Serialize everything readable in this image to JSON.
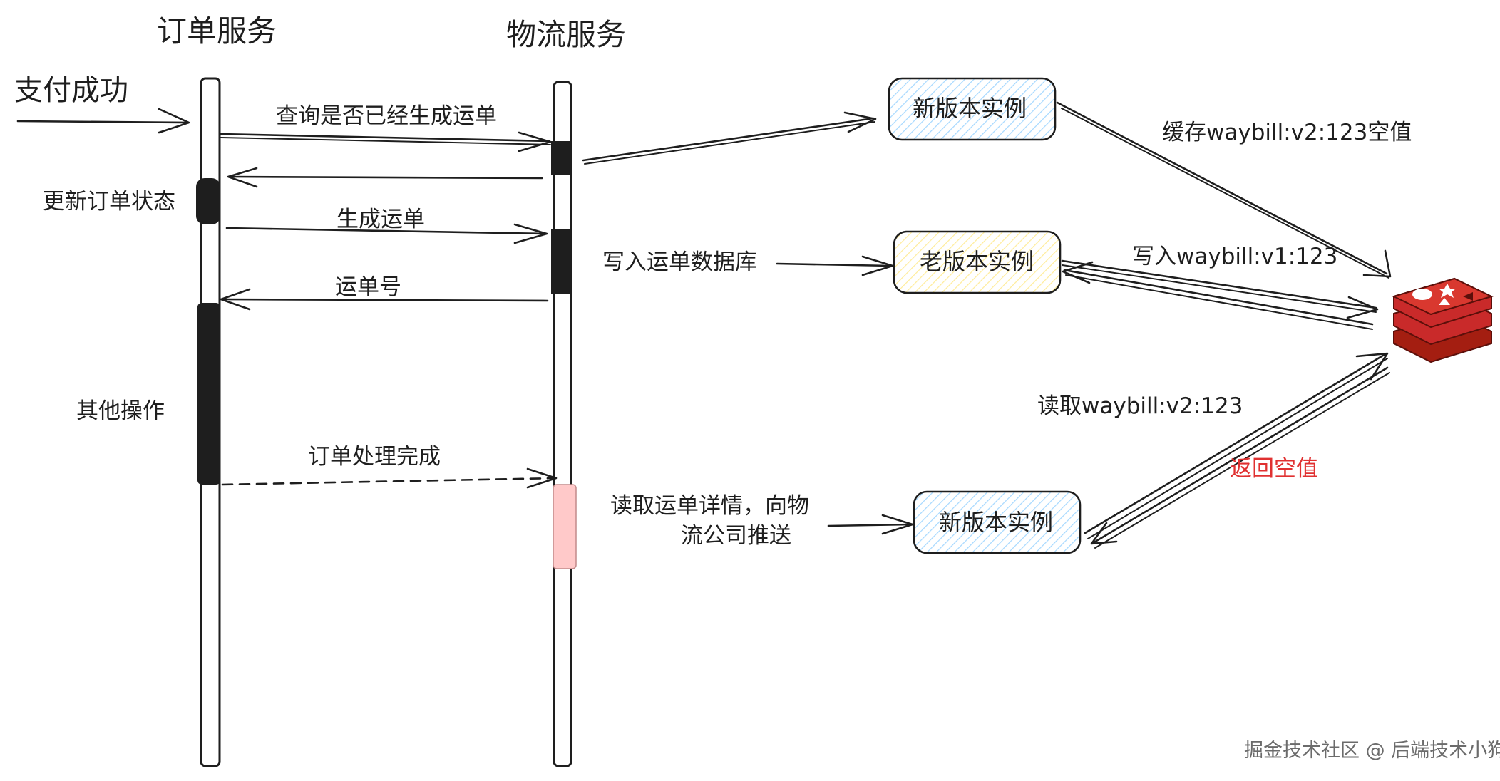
{
  "services": {
    "order_service": "订单服务",
    "logistics_service": "物流服务"
  },
  "entry": {
    "payment_success": "支付成功"
  },
  "messages": {
    "query_waybill": "查询是否已经生成运单",
    "update_order_status": "更新订单状态",
    "create_waybill": "生成运单",
    "waybill_number": "运单号",
    "other_operations": "其他操作",
    "order_processing_done": "订单处理完成",
    "write_waybill_db": "写入运单数据库",
    "read_waybill_detail_line1": "读取运单详情，向物",
    "read_waybill_detail_line2": "流公司推送"
  },
  "instances": {
    "new_version_top": "新版本实例",
    "old_version": "老版本实例",
    "new_version_bottom": "新版本实例"
  },
  "cache_ops": {
    "cache_empty_v2": "缓存waybill:v2:123空值",
    "write_v1": "写入waybill:v1:123",
    "read_v2": "读取waybill:v2:123",
    "return_empty": "返回空值"
  },
  "watermark": "掘金技术社区 @ 后端技术小狗",
  "colors": {
    "new_instance_fill": "#a5d8ff",
    "old_instance_fill": "#ffec99",
    "pink_activation": "#ffc9c9",
    "redis_red": "#c92a2a",
    "return_text": "#e03131"
  }
}
